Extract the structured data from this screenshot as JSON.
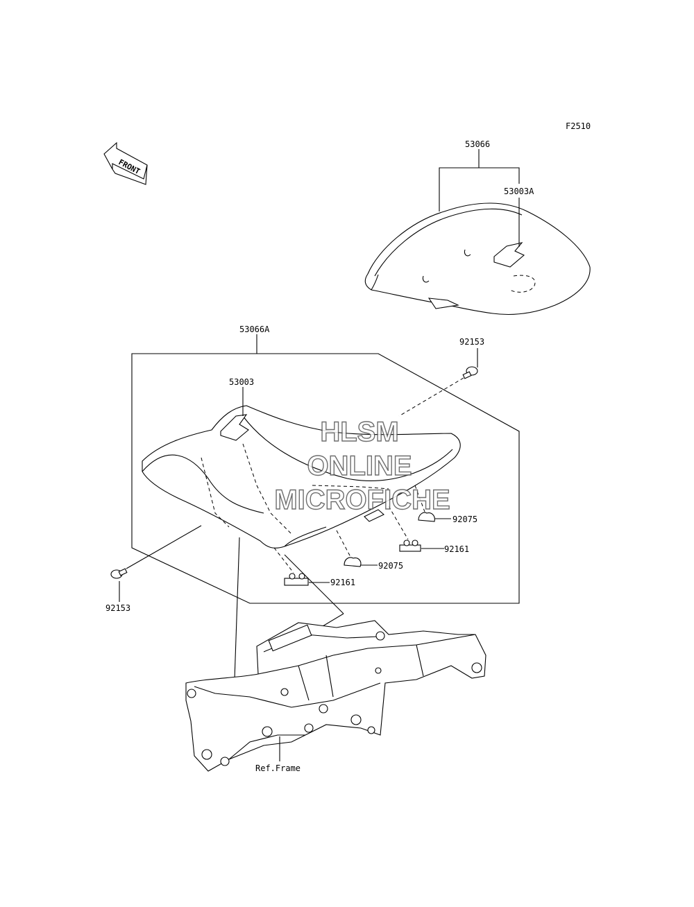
{
  "diagram": {
    "figure_code": "F2510",
    "front_label": "FRONT",
    "parts": {
      "p53066": "53066",
      "p53003A": "53003A",
      "p53066A": "53066A",
      "p53003": "53003",
      "p92153_top": "92153",
      "p92153_left": "92153",
      "p92075_right": "92075",
      "p92075_mid": "92075",
      "p92161_right": "92161",
      "p92161_left": "92161",
      "ref_frame": "Ref.Frame"
    },
    "watermark": {
      "line1": "HLSM",
      "line2": "ONLINE",
      "line3": "MICROFICHE"
    }
  }
}
